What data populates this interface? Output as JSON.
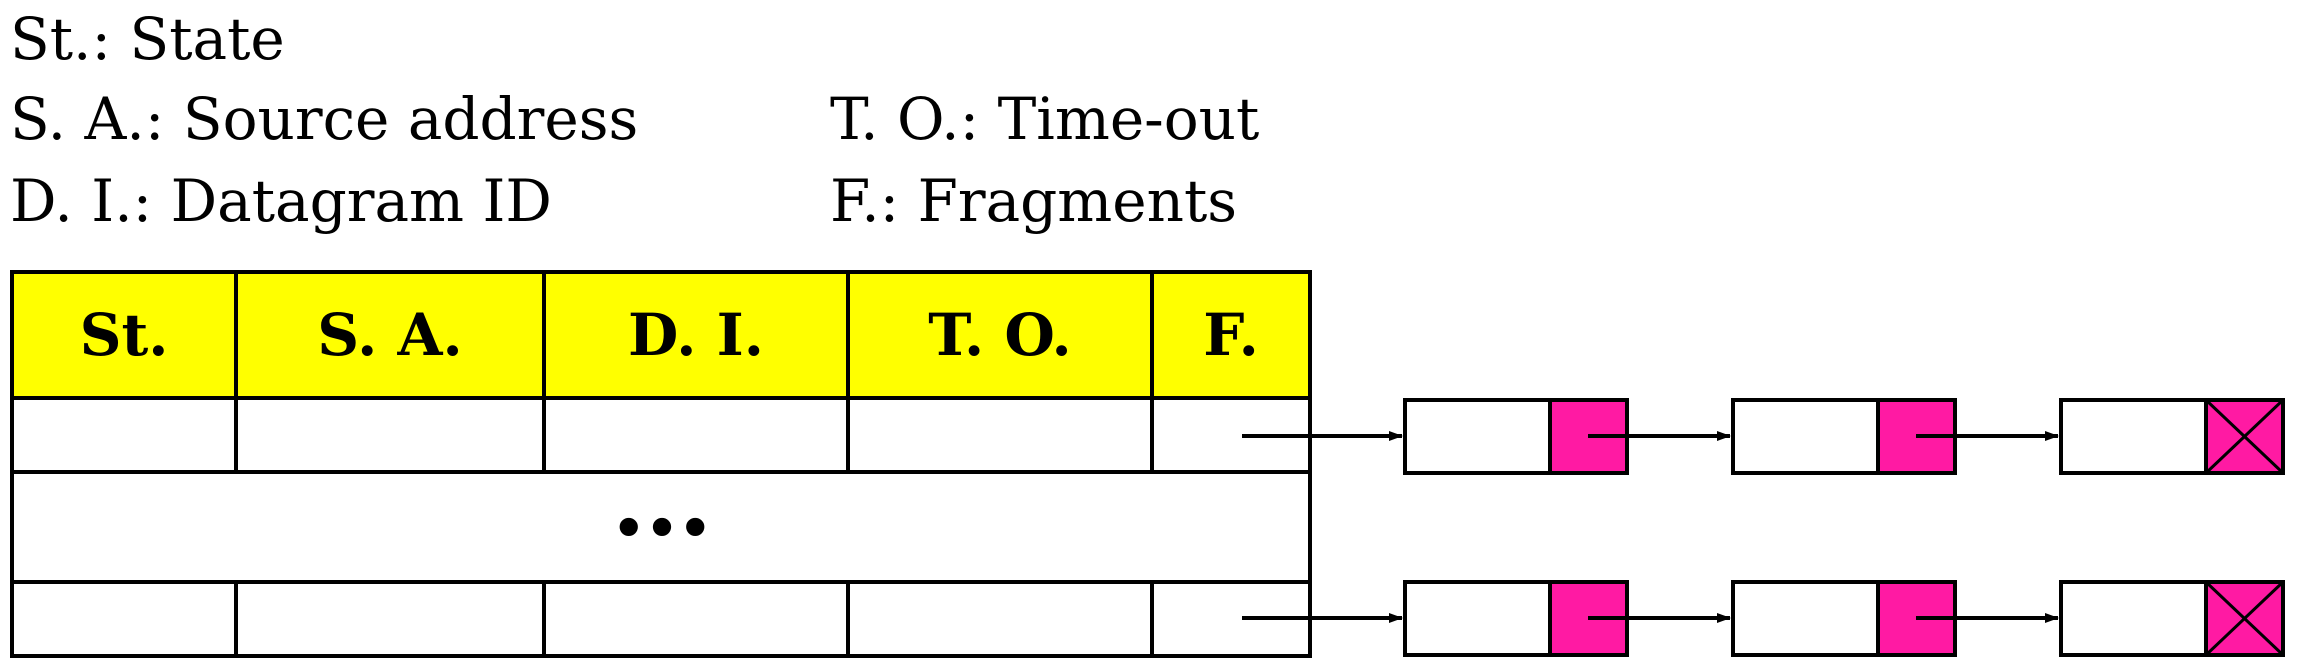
{
  "legend": {
    "state": "St.: State",
    "source_address": "S. A.: Source address",
    "datagram_id": "D. I.: Datagram  ID",
    "time_out": "T. O.: Time-out",
    "fragments": "F.: Fragments"
  },
  "table": {
    "headers": [
      "St.",
      "S. A.",
      "D. I.",
      "T. O.",
      "F."
    ],
    "ellipsis": "•••",
    "header_color": "#ffff00"
  },
  "fragment_list": {
    "pointer_color": "#ff1aa3",
    "nodes_per_list": 3,
    "last_node_pointer": "null"
  }
}
